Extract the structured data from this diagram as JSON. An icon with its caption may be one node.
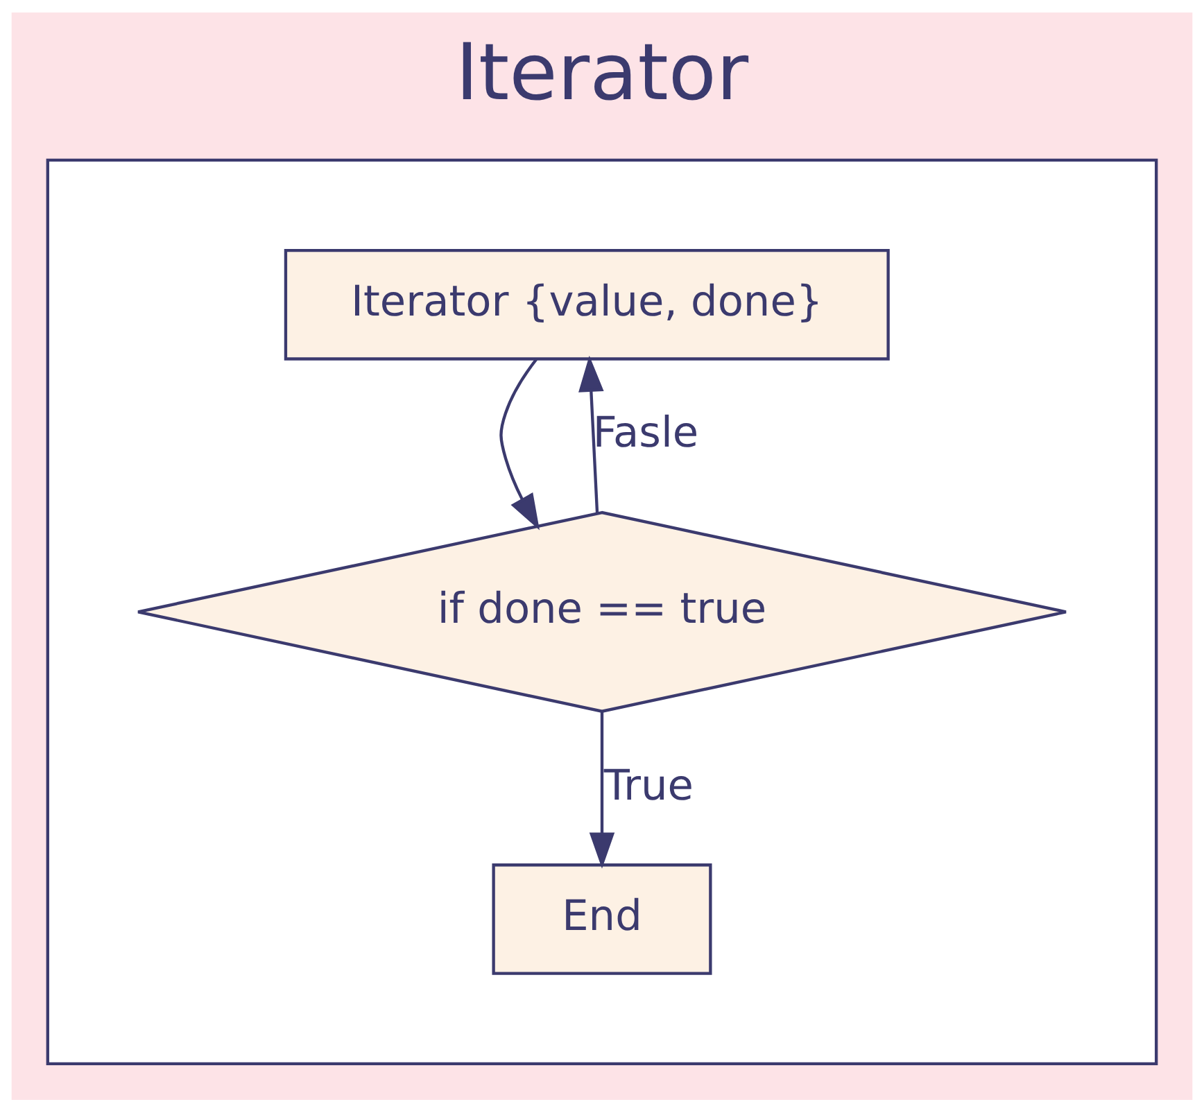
{
  "diagram": {
    "title": "Iterator",
    "nodes": [
      {
        "text": [],
        "shape": "box"
      },
      {
        "text": [
          "Iterator {value, done}"
        ],
        "in": 0
      },
      {
        "text": [
          "if done == true"
        ],
        "in": 0
      },
      {
        "text": [
          "End"
        ],
        "in": 0
      }
    ],
    "edges": [
      {
        "from": 1,
        "to": 2,
        "arrow": "to"
      },
      {
        "from": 2,
        "to": 3,
        "arrow": "to",
        "label": "True"
      },
      {
        "from": 2,
        "to": 1,
        "arrow": "to",
        "label": "Fasle"
      }
    ]
  }
}
